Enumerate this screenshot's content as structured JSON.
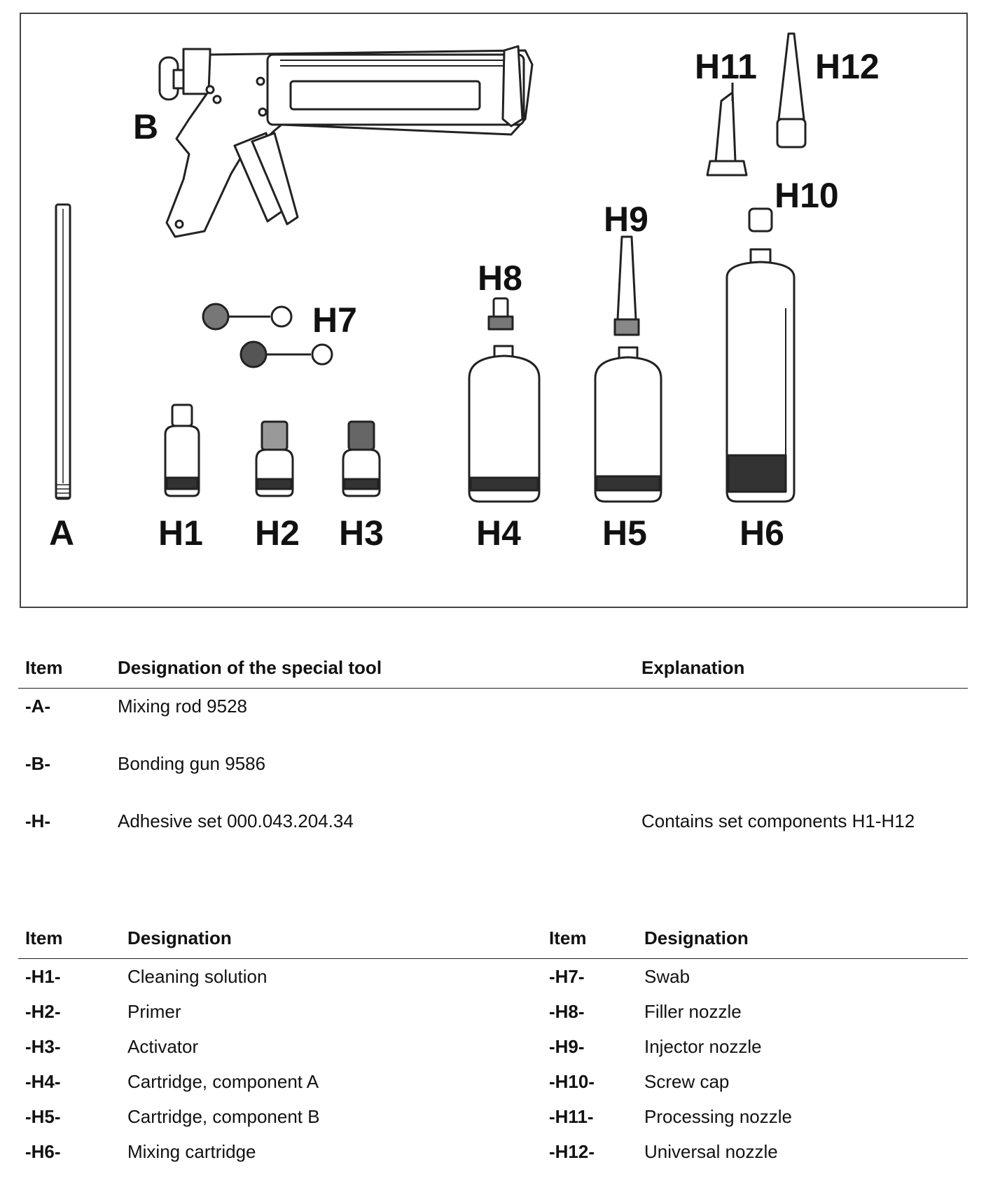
{
  "figure": {
    "labels": {
      "A": "A",
      "B": "B",
      "H1": "H1",
      "H2": "H2",
      "H3": "H3",
      "H4": "H4",
      "H5": "H5",
      "H6": "H6",
      "H7": "H7",
      "H8": "H8",
      "H9": "H9",
      "H10": "H10",
      "H11": "H11",
      "H12": "H12"
    }
  },
  "table1": {
    "headers": {
      "item": "Item",
      "designation": "Designation of the special tool",
      "explanation": "Explanation"
    },
    "rows": [
      {
        "item": "-A-",
        "designation": "Mixing rod 9528",
        "explanation": ""
      },
      {
        "item": "-B-",
        "designation": "Bonding gun 9586",
        "explanation": ""
      },
      {
        "item": "-H-",
        "designation": "Adhesive set 000.043.204.34",
        "explanation": "Contains set components H1-H12"
      }
    ]
  },
  "table2": {
    "headers": {
      "item_left": "Item",
      "designation_left": "Designation",
      "item_right": "Item",
      "designation_right": "Designation"
    },
    "rows": [
      {
        "item_left": "-H1-",
        "designation_left": "Cleaning solution",
        "item_right": "-H7-",
        "designation_right": "Swab"
      },
      {
        "item_left": "-H2-",
        "designation_left": "Primer",
        "item_right": "-H8-",
        "designation_right": "Filler nozzle"
      },
      {
        "item_left": "-H3-",
        "designation_left": "Activator",
        "item_right": "-H9-",
        "designation_right": "Injector nozzle"
      },
      {
        "item_left": "-H4-",
        "designation_left": "Cartridge, component A",
        "item_right": "-H10-",
        "designation_right": "Screw cap"
      },
      {
        "item_left": "-H5-",
        "designation_left": "Cartridge, component B",
        "item_right": "-H11-",
        "designation_right": "Processing nozzle"
      },
      {
        "item_left": "-H6-",
        "designation_left": "Mixing cartridge",
        "item_right": "-H12-",
        "designation_right": "Universal nozzle"
      }
    ]
  }
}
